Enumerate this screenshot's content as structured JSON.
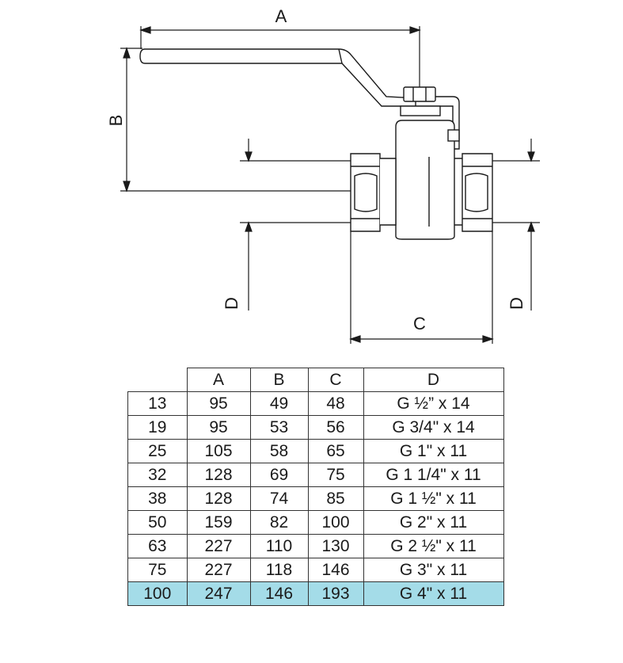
{
  "labels": {
    "a": "A",
    "b": "B",
    "c": "C",
    "d_left": "D",
    "d_right": "D"
  },
  "table": {
    "headers": [
      "",
      "A",
      "B",
      "C",
      "D"
    ],
    "rows": [
      [
        "13",
        "95",
        "49",
        "48",
        "G ½” x 14"
      ],
      [
        "19",
        "95",
        "53",
        "56",
        "G 3/4\" x 14"
      ],
      [
        "25",
        "105",
        "58",
        "65",
        "G 1\" x 11"
      ],
      [
        "32",
        "128",
        "69",
        "75",
        "G 1 1/4\" x 11"
      ],
      [
        "38",
        "128",
        "74",
        "85",
        "G 1 ½\" x 11"
      ],
      [
        "50",
        "159",
        "82",
        "100",
        "G 2\" x 11"
      ],
      [
        "63",
        "227",
        "110",
        "130",
        "G 2 ½\" x 11"
      ],
      [
        "75",
        "227",
        "118",
        "146",
        "G 3\" x 11"
      ],
      [
        "100",
        "247",
        "146",
        "193",
        "G 4\" x 11"
      ]
    ],
    "highlight_color": "#a4dce8"
  }
}
